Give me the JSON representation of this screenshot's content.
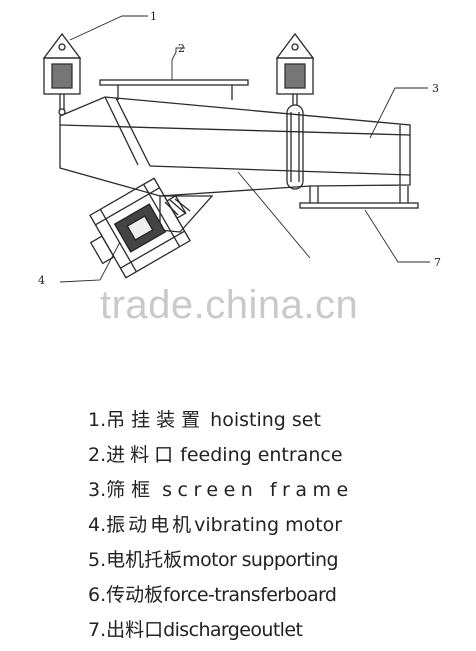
{
  "callouts": [
    "1",
    "2",
    "3",
    "4",
    "7"
  ],
  "watermark": "trade.china.cn",
  "legend": [
    {
      "num": "1.",
      "cn": "吊挂装置",
      "en": "hoisting set"
    },
    {
      "num": "2.",
      "cn": "进料口",
      "en": "feeding entrance"
    },
    {
      "num": "3.",
      "cn": "筛框",
      "en": "screen frame"
    },
    {
      "num": "4.",
      "cn": "振动电机",
      "en": "vibrating motor"
    },
    {
      "num": "5.",
      "cn": "电机托板",
      "en": "motor supporting"
    },
    {
      "num": "6.",
      "cn": "传动板",
      "en": "force-transferboard"
    },
    {
      "num": "7.",
      "cn": "出料口",
      "en": "dischargeoutlet"
    }
  ]
}
